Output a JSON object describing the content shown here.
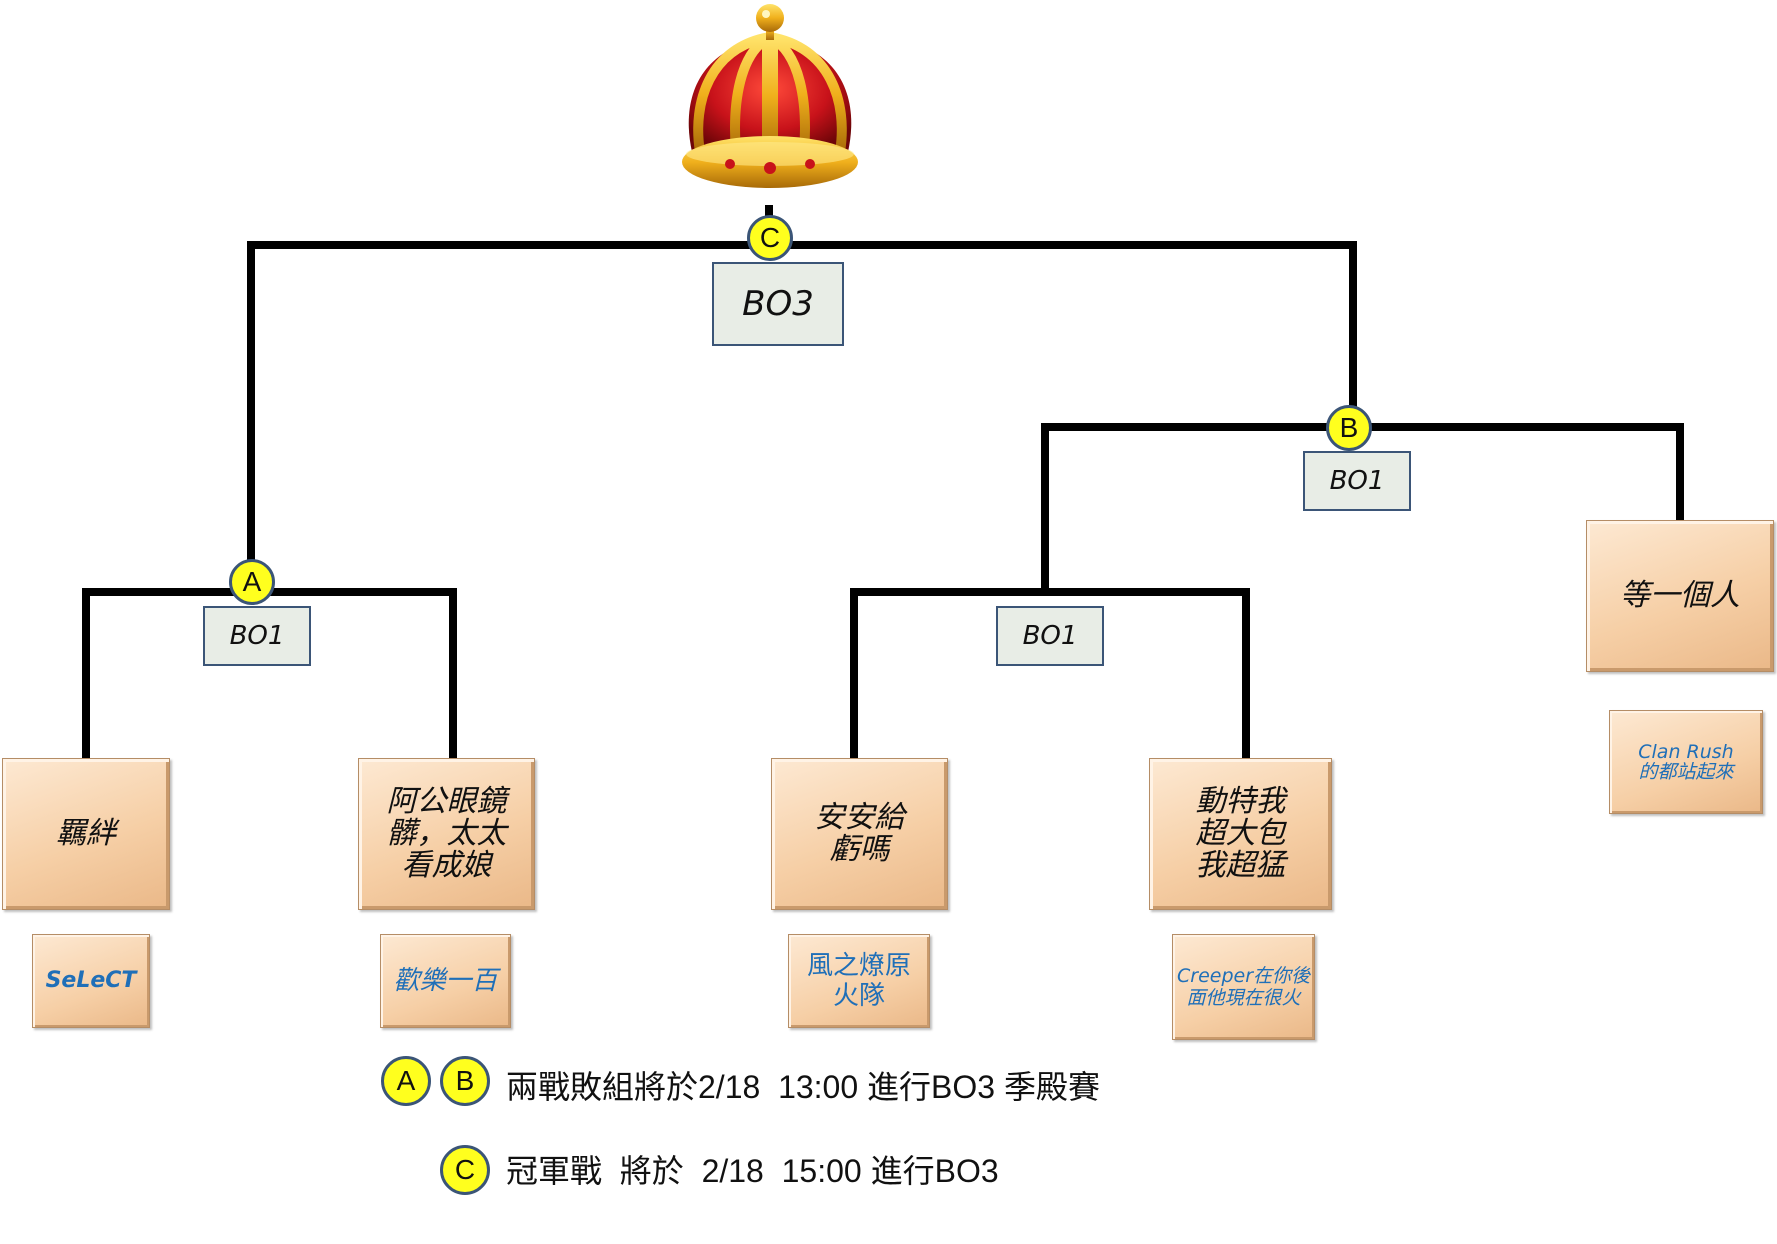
{
  "final": {
    "badge": "C",
    "format": "BO3"
  },
  "semifinal_a": {
    "badge": "A",
    "format": "BO1"
  },
  "semifinal_b": {
    "badge": "B",
    "format": "BO1"
  },
  "quarterfinal": {
    "format": "BO1"
  },
  "teams": [
    {
      "name": "羈絆",
      "clan": "SeLeCT"
    },
    {
      "name": "阿公眼鏡\n髒，太太\n看成娘",
      "clan": "歡樂一百"
    },
    {
      "name": "安安給\n虧嗎",
      "clan": "風之燎原\n火隊"
    },
    {
      "name": "動特我\n超大包\n我超猛",
      "clan": "Creeper在你後\n面他現在很火"
    },
    {
      "name": "等一個人",
      "clan": "Clan Rush\n的都站起來"
    }
  ],
  "legend": [
    {
      "badges": [
        "A",
        "B"
      ],
      "text": "兩戰敗組將於2/18  13:00 進行BO3 季殿賽"
    },
    {
      "badges": [
        "C"
      ],
      "text": "冠軍戰  將於  2/18  15:00 進行BO3"
    }
  ],
  "colors": {
    "badge_fill": "#ffff1e",
    "team_box": "#f6cfa6",
    "clan_text": "#1f6fb8",
    "format_box": "#e8ede6",
    "format_border": "#3b5577",
    "bracket_line": "#000000"
  },
  "icons": {
    "trophy": "crown-icon"
  }
}
